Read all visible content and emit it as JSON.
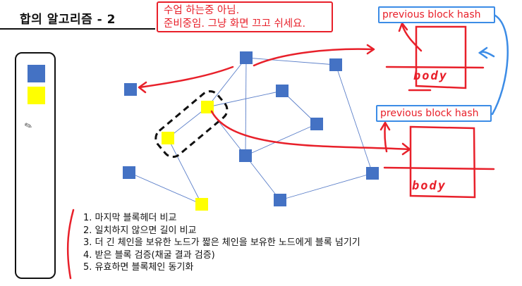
{
  "slide": {
    "title": "합의 알고리즘 - 2"
  },
  "note": {
    "line1": "수업 하는중 아님.",
    "line2": "준비중임. 그냥 화면 끄고 쉬세요."
  },
  "blocks": {
    "hash_label_1": "previous block hash",
    "hash_label_2": "previous block hash",
    "body_label_1": "body",
    "body_label_2": "body"
  },
  "steps": [
    "1. 마지막 블록헤더 비교",
    "2. 일치하지 않으면 길이 비교",
    "3. 더 긴 체인을 보유한 노드가 짧은 체인을 보유한 노드에게 블록 넘기기",
    "4. 받은 블록 검증(채굴 결과 검증)",
    "5. 유효하면 블록체인 동기화"
  ],
  "colors": {
    "node_blue": "#4472c4",
    "node_yellow": "#ffff00",
    "annotation_red": "#e8202a",
    "annotation_blue": "#3c8ce6",
    "network_line": "#5b7fc9"
  },
  "icons": {
    "tool_pen": "pen-icon"
  }
}
